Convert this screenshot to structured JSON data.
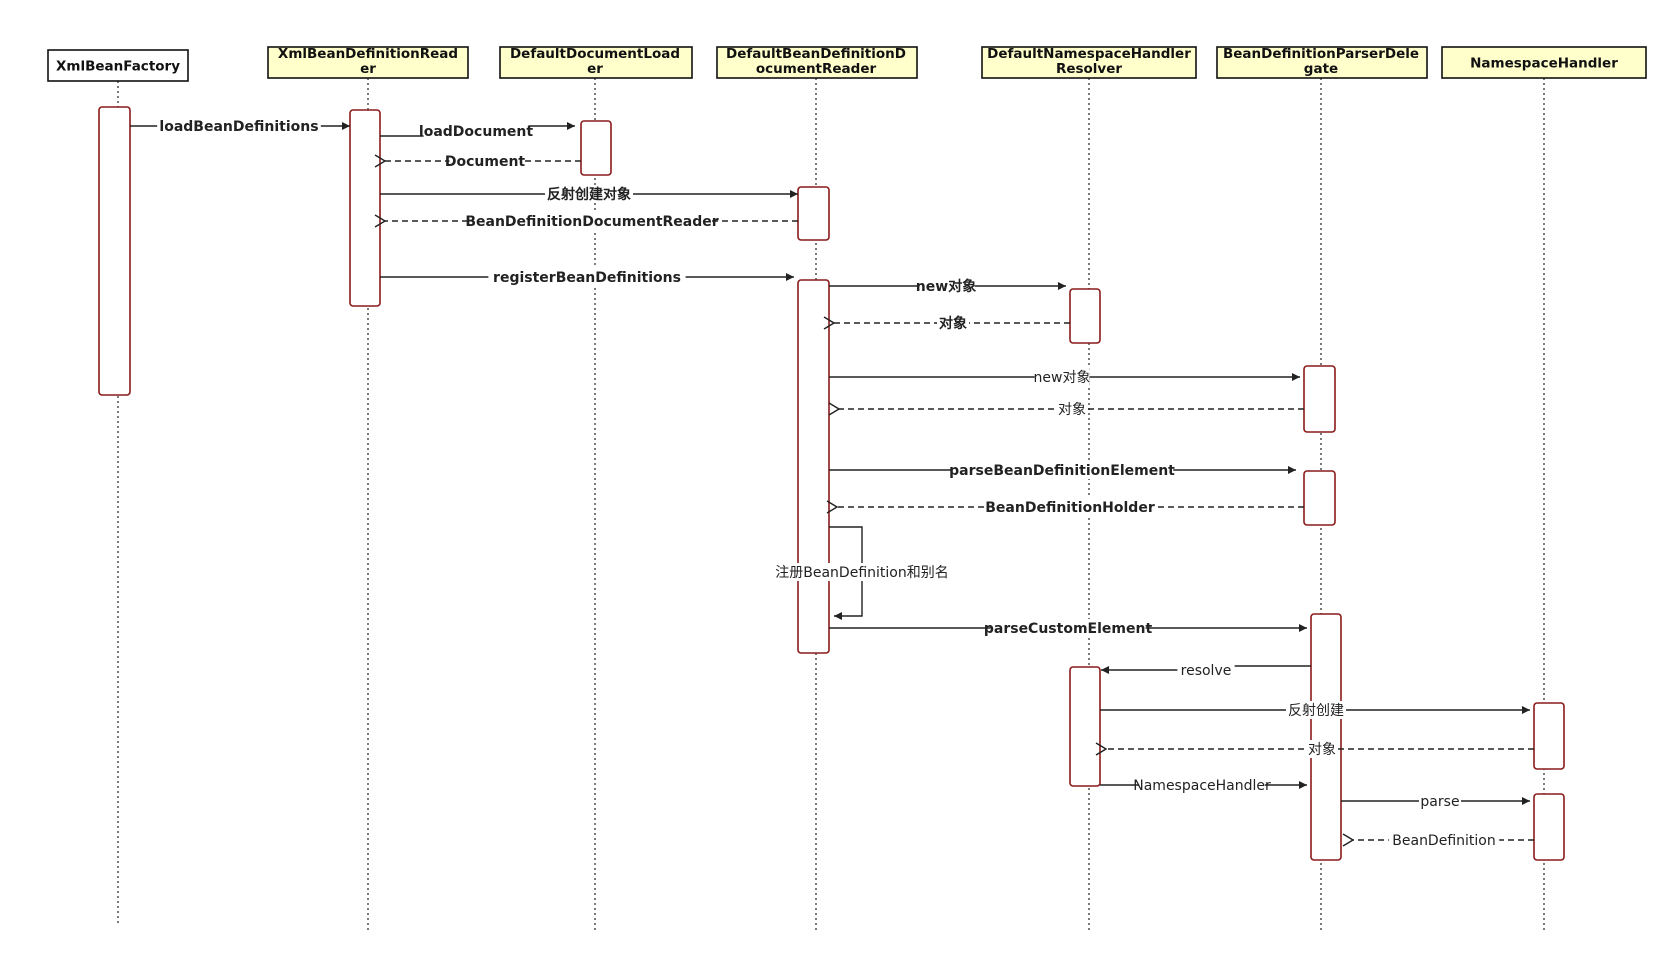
{
  "participants": [
    {
      "id": "xbf",
      "label_lines": [
        "XmlBeanFactory"
      ],
      "fill": "#ffffff"
    },
    {
      "id": "xbdr",
      "label_lines": [
        "XmlBeanDefinitionRead",
        "er"
      ],
      "fill": "#ffffcc"
    },
    {
      "id": "ddl",
      "label_lines": [
        "DefaultDocumentLoad",
        "er"
      ],
      "fill": "#ffffcc"
    },
    {
      "id": "dbddr",
      "label_lines": [
        "DefaultBeanDefinitionD",
        "ocumentReader"
      ],
      "fill": "#ffffcc"
    },
    {
      "id": "dnhr",
      "label_lines": [
        "DefaultNamespaceHandler",
        "Resolver"
      ],
      "fill": "#ffffcc"
    },
    {
      "id": "bdpd",
      "label_lines": [
        "BeanDefinitionParserDele",
        "gate"
      ],
      "fill": "#ffffcc"
    },
    {
      "id": "nh",
      "label_lines": [
        "NamespaceHandler"
      ],
      "fill": "#ffffcc"
    }
  ],
  "messages": [
    {
      "label": "loadBeanDefinitions",
      "kind": "call",
      "bold": true
    },
    {
      "label": "loadDocument",
      "kind": "call",
      "bold": true
    },
    {
      "label": "Document",
      "kind": "return",
      "bold": true
    },
    {
      "label": "反射创建对象",
      "kind": "call",
      "bold": true
    },
    {
      "label": "BeanDefinitionDocumentReader",
      "kind": "return",
      "bold": true
    },
    {
      "label": "registerBeanDefinitions",
      "kind": "call",
      "bold": true
    },
    {
      "label": "new对象",
      "kind": "call",
      "bold": true
    },
    {
      "label": "对象",
      "kind": "return",
      "bold": true
    },
    {
      "label": "new对象",
      "kind": "call",
      "bold": false
    },
    {
      "label": "对象",
      "kind": "return",
      "bold": false
    },
    {
      "label": "parseBeanDefinitionElement",
      "kind": "call",
      "bold": true
    },
    {
      "label": "BeanDefinitionHolder",
      "kind": "return",
      "bold": true
    },
    {
      "label": "注册BeanDefinition和别名",
      "kind": "self",
      "bold": false
    },
    {
      "label": "parseCustomElement",
      "kind": "call",
      "bold": true
    },
    {
      "label": "resolve",
      "kind": "call",
      "bold": false
    },
    {
      "label": "反射创建",
      "kind": "call",
      "bold": false
    },
    {
      "label": "对象",
      "kind": "return",
      "bold": false
    },
    {
      "label": "NamespaceHandler",
      "kind": "call",
      "bold": false
    },
    {
      "label": "parse",
      "kind": "call",
      "bold": false
    },
    {
      "label": "BeanDefinition",
      "kind": "return",
      "bold": false
    }
  ],
  "colors": {
    "activation_border": "#8b1a1a",
    "line": "#222222",
    "header_fill": "#ffffcc"
  }
}
